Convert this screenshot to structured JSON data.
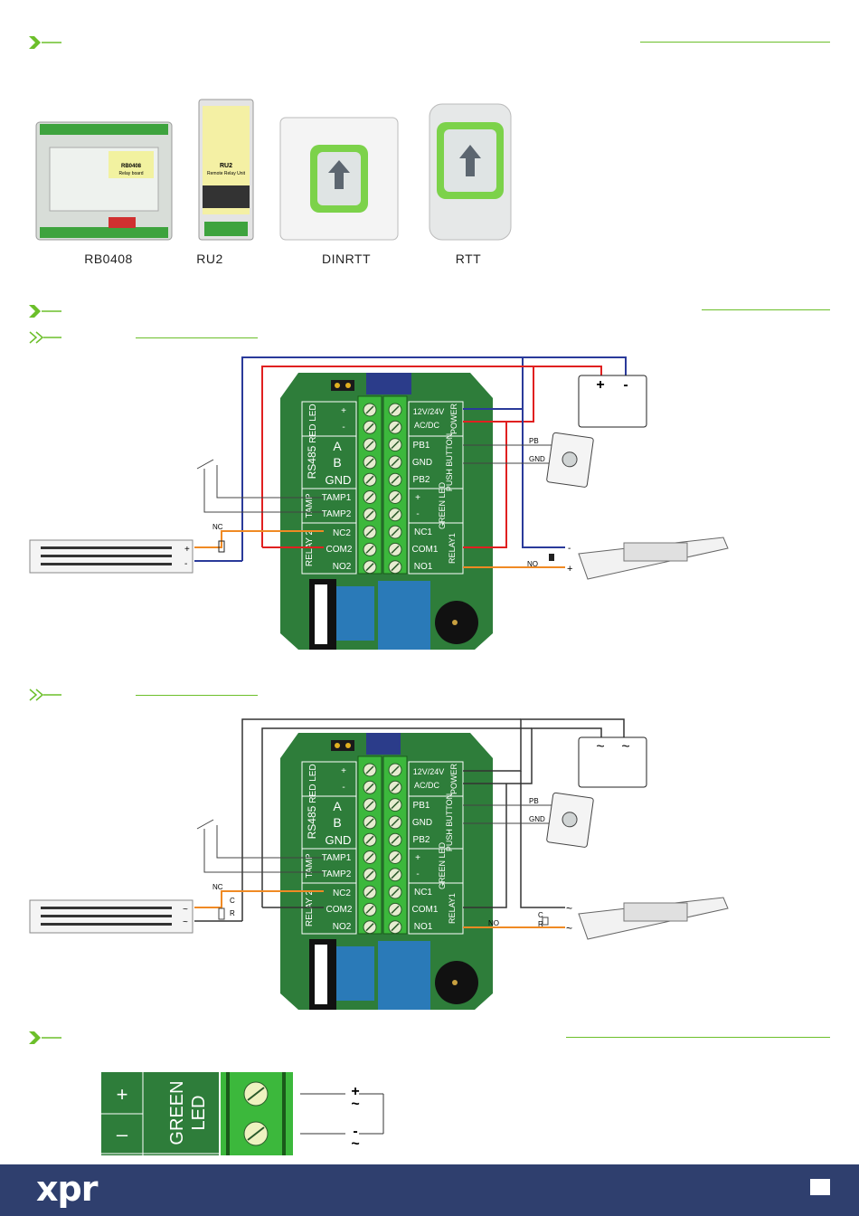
{
  "products": [
    {
      "label": "RB0408",
      "device_title": "RB0408",
      "device_sub": "Relay board"
    },
    {
      "label": "RU2",
      "device_title": "RU2",
      "device_sub": "Remote Relay Unit"
    },
    {
      "label": "DINRTT"
    },
    {
      "label": "RTT"
    }
  ],
  "diagram1": {
    "psu_plus": "+",
    "psu_minus": "-",
    "pb_label": "PB",
    "gnd_label": "GND",
    "nc_label": "NC",
    "no_label": "NO",
    "lock_minus": "-",
    "lock_plus": "+",
    "mag_plus": "+",
    "mag_minus": "-"
  },
  "diagram2": {
    "psu_ac1": "~",
    "psu_ac2": "~",
    "pb_label": "PB",
    "gnd_label": "GND",
    "nc_label": "NC",
    "no_label": "NO",
    "c_label": "C",
    "r_label": "R",
    "lock_ac1": "~",
    "lock_ac2": "~",
    "mag_ac1": "~",
    "mag_ac2": "~"
  },
  "board": {
    "red_led": "RED LED",
    "plus": "+",
    "minus": "-",
    "rs485": "RS485",
    "a": "A",
    "b": "B",
    "gnd": "GND",
    "tamp": "TAMP",
    "tamp1": "TAMP1",
    "tamp2": "TAMP2",
    "relay2": "RELAY 2",
    "nc2": "NC2",
    "com2": "COM2",
    "no2": "NO2",
    "power_v": "12V/24V",
    "acdc": "AC/DC",
    "power": "POWER",
    "pb1": "PB1",
    "pgnd": "GND",
    "pb2": "PB2",
    "push_button": "PUSH BUTTON",
    "green_led": "GREEN LED",
    "nc1": "NC1",
    "com1": "COM1",
    "no1": "NO1",
    "relay1": "RELAY1"
  },
  "led_detail": {
    "plus": "+",
    "minus": "–",
    "green": "GREEN",
    "led": "LED",
    "out_plus": "+",
    "out_minus": "-",
    "ac": "~"
  },
  "footer": {
    "logo": "xpr"
  },
  "colors": {
    "accent": "#6cbf2a",
    "pcb": "#2e7d3a",
    "footer": "#2f3f6e",
    "wire_red": "#e02020",
    "wire_blue": "#2a3a9a",
    "wire_orange": "#f08a24"
  }
}
